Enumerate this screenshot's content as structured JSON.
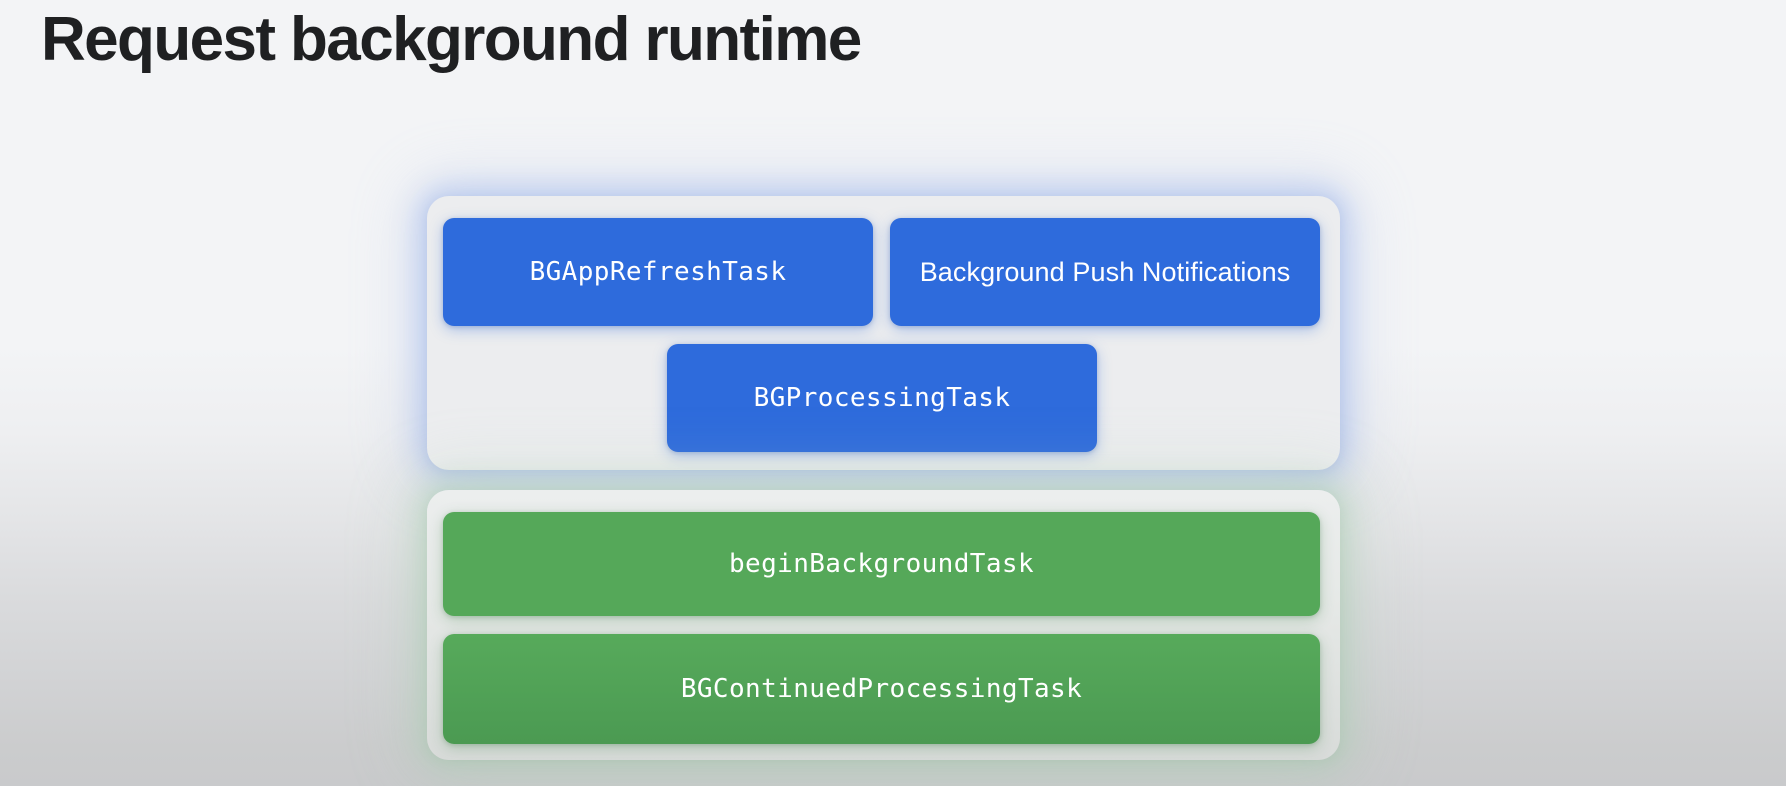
{
  "slide": {
    "title": "Request background runtime",
    "background": {
      "gradient_top": "#F3F4F6",
      "gradient_bottom": "#C9CACC"
    }
  },
  "groups": [
    {
      "id": "scheduled-background-work",
      "accent_color": "#2E6BDC",
      "card_background": "#ECEDEF",
      "items": [
        {
          "label": "BGAppRefreshTask",
          "style": "mono"
        },
        {
          "label": "Background Push Notifications",
          "style": "sans"
        },
        {
          "label": "BGProcessingTask",
          "style": "mono"
        }
      ]
    },
    {
      "id": "continued-background-work",
      "accent_color": "#55A859",
      "card_background": "#ECEEEE",
      "items": [
        {
          "label": "beginBackgroundTask",
          "style": "mono"
        },
        {
          "label": "BGContinuedProcessingTask",
          "style": "mono"
        }
      ]
    }
  ]
}
